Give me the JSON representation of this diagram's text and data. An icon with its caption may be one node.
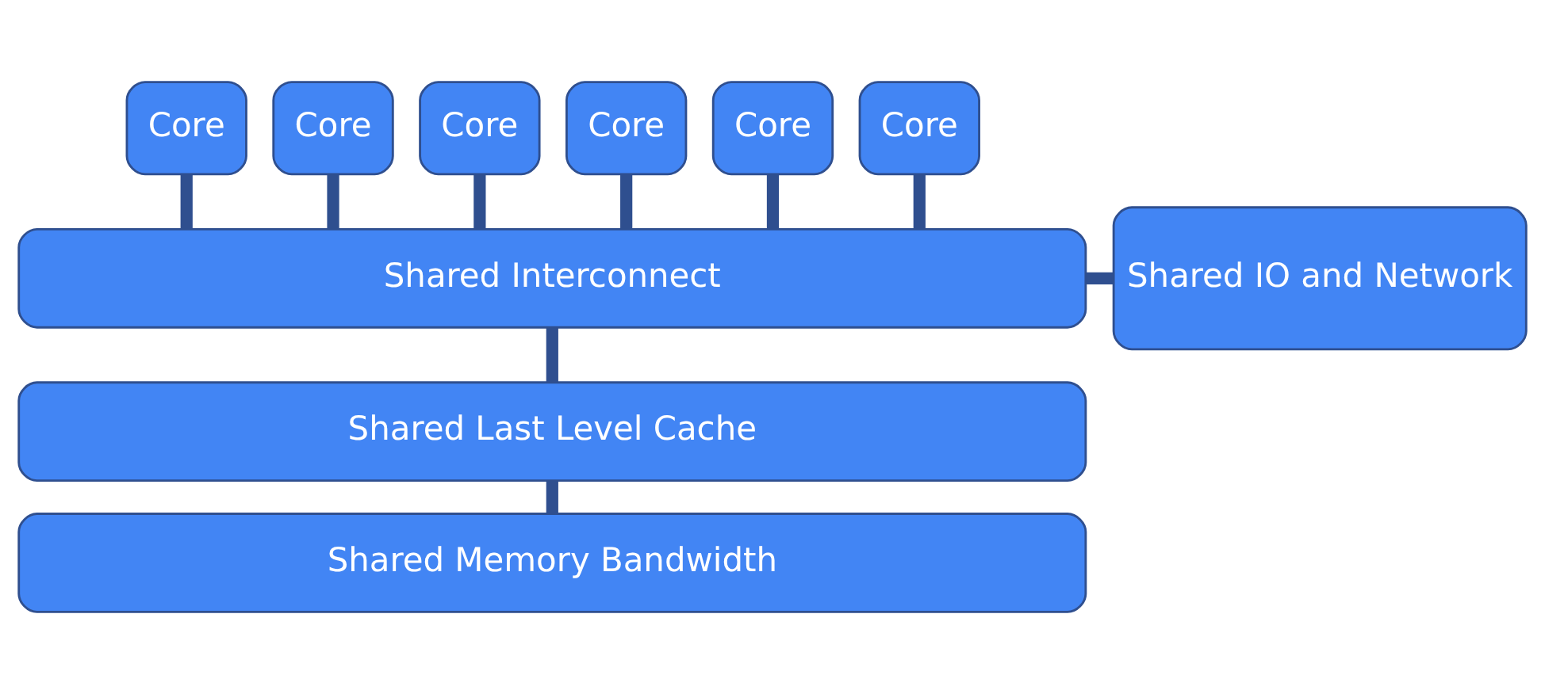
{
  "diagram": {
    "nodes": [
      {
        "text": [
          "Core"
        ]
      },
      {
        "text": [
          "Core"
        ]
      },
      {
        "text": [
          "Core"
        ]
      },
      {
        "text": [
          "Core"
        ]
      },
      {
        "text": [
          "Core"
        ]
      },
      {
        "text": [
          "Core"
        ]
      },
      {
        "text": [
          "Shared Interconnect"
        ]
      },
      {
        "text": [
          "Shared IO and Network"
        ]
      },
      {
        "text": [
          "Shared Last Level Cache"
        ]
      },
      {
        "text": [
          "Shared Memory Bandwidth"
        ]
      }
    ],
    "edges": [
      {
        "from": 0,
        "to": 6,
        "arrow": "none"
      },
      {
        "from": 1,
        "to": 6,
        "arrow": "none"
      },
      {
        "from": 2,
        "to": 6,
        "arrow": "none"
      },
      {
        "from": 3,
        "to": 6,
        "arrow": "none"
      },
      {
        "from": 4,
        "to": 6,
        "arrow": "none"
      },
      {
        "from": 5,
        "to": 6,
        "arrow": "none"
      },
      {
        "from": 6,
        "to": 7,
        "arrow": "none"
      },
      {
        "from": 6,
        "to": 8,
        "arrow": "none"
      },
      {
        "from": 8,
        "to": 9,
        "arrow": "none"
      }
    ]
  }
}
